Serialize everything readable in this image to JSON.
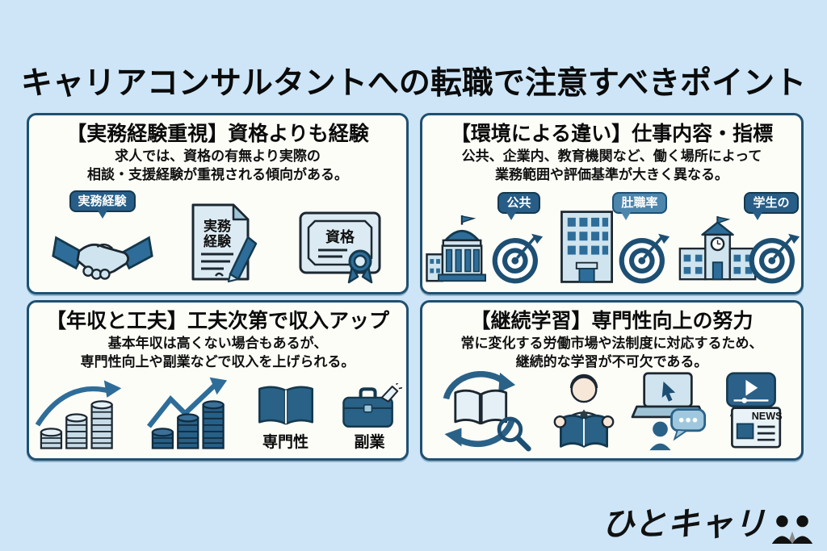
{
  "title": "キャリアコンサルタントへの転職で注意すべきポイント",
  "cards": [
    {
      "heading": "【実務経験重視】資格よりも経験",
      "body1": "求人では、資格の有無より実際の",
      "body2": "相談・支援経験が重視される傾向がある。",
      "icon_names": [
        "handshake-icon",
        "document-icon",
        "certificate-icon"
      ],
      "icons": {
        "handshake_bubble": "実務経験",
        "document_label1": "実務",
        "document_label2": "経験",
        "certificate_label": "資格"
      }
    },
    {
      "heading": "【環境による違い】仕事内容・指標",
      "body1": "公共、企業内、教育機関など、働く場所によって",
      "body2": "業務範囲や評価基準が大きく異なる。",
      "icon_names": [
        "government-building-icon",
        "target-icon",
        "office-building-icon",
        "school-icon"
      ],
      "icons": {
        "public_bubble": "公共",
        "employment_bubble": "肚職率",
        "student_bubble": "学生の"
      }
    },
    {
      "heading": "【年収と工夫】工夫次第で収入アップ",
      "body1": "基本年収は高くない場合もあるが、",
      "body2": "専門性向上や副業などで収入を上げられる。",
      "icon_names": [
        "coins-growth-light-icon",
        "coins-growth-dark-icon",
        "open-book-icon",
        "briefcase-icon"
      ],
      "icons": {
        "expertise_label": "専門性",
        "sidejob_label": "副業"
      }
    },
    {
      "heading": "【継続学習】専門性向上の努力",
      "body1": "常に変化する労働市場や法制度に対応するため、",
      "body2": "継続的な学習が不可欠である。",
      "icon_names": [
        "book-refresh-icon",
        "magnifier-icon",
        "person-reading-icon",
        "laptop-cursor-icon",
        "video-bubble-icon",
        "chat-person-icon",
        "newspaper-icon"
      ],
      "icons": {
        "news_label": "NEWS"
      }
    }
  ],
  "logo": {
    "text": "ひとキャリ",
    "icon_name": "two-people-icon"
  },
  "colors": {
    "background": "#cde5f7",
    "card_background": "#fdfdf8",
    "card_border": "#1f5070",
    "dark_blue": "#1d4f73",
    "mid_blue": "#2e6d99",
    "light_icon_fill": "#cfe4ee",
    "bubble_dark": "#275d86",
    "bubble_mid": "#4d86ad",
    "text": "#0b0b0b"
  }
}
